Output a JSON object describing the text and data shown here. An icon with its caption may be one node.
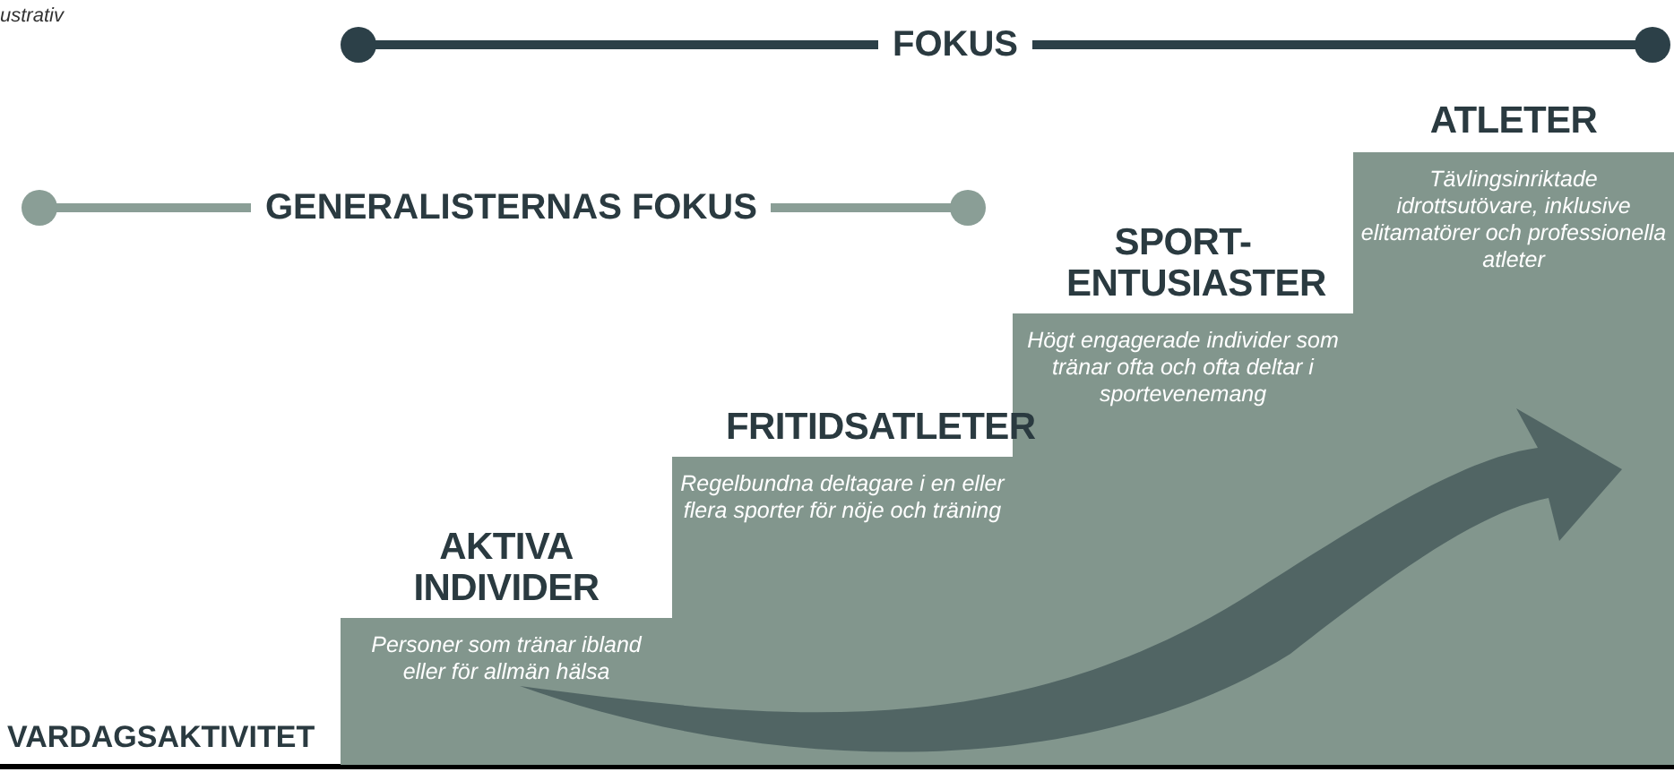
{
  "diagram": {
    "nodes": [
      {
        "text": [
          "AKTIVA INDIVIDER",
          "Personer som tränar ibland eller för allmän hälsa"
        ]
      },
      {
        "text": [
          "FRITIDSATLETER",
          "Regelbundna deltagare i en eller flera sporter för nöje och träning"
        ]
      },
      {
        "text": [
          "SPORT-ENTUSIASTER",
          "Högt engagerade individer som tränar ofta och ofta deltar i sportevenemang"
        ]
      },
      {
        "text": [
          "ATLETER",
          "Tävlingsinriktade idrottsutövare, inklusive elitamatörer och professionella atleter"
        ]
      }
    ],
    "edges": [],
    "labels": [
      "ustrativ",
      "FOKUS",
      "GENERALISTERNAS FOKUS",
      "VARDAGSAKTIVITET"
    ]
  }
}
